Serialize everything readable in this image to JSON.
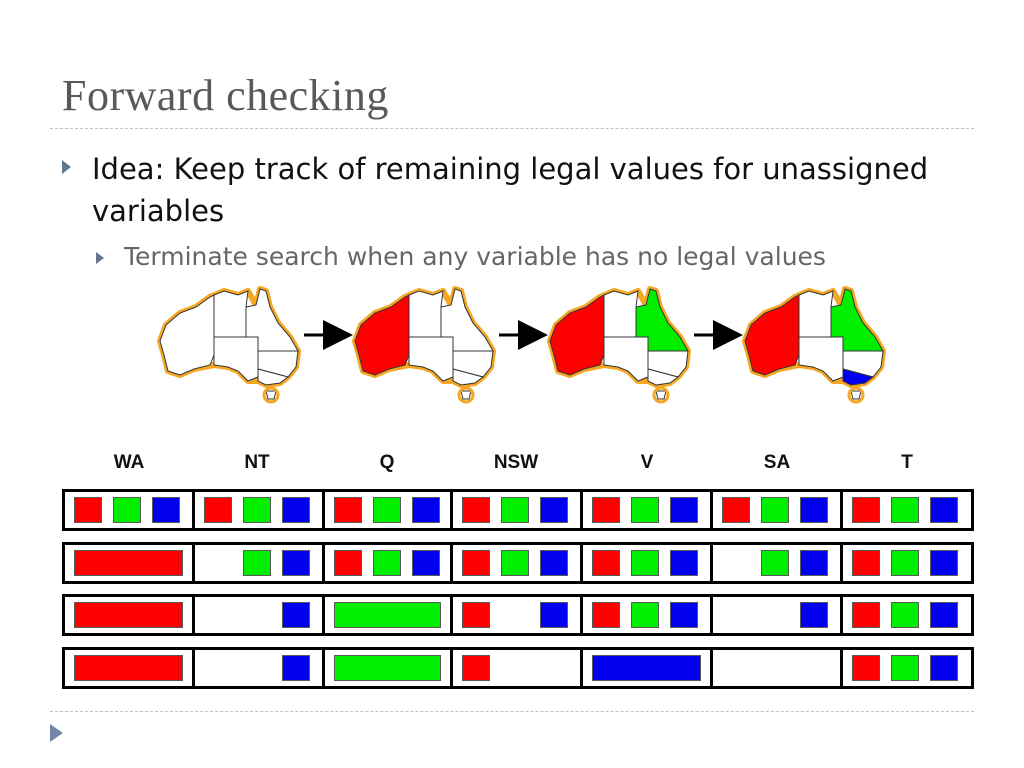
{
  "slide": {
    "title": "Forward checking",
    "bullet_1": "Idea: Keep track of remaining legal values for unassigned variables",
    "bullet_2": "Terminate search when any variable has no legal values"
  },
  "colors": {
    "red": "#ff0000",
    "green": "#00ee00",
    "blue": "#0000ee",
    "map_outline": "#f5a623"
  },
  "maps": [
    {
      "WA": null,
      "NT": null,
      "SA": null,
      "Q": null,
      "NSW": null,
      "V": null,
      "T": null
    },
    {
      "WA": "red",
      "NT": null,
      "SA": null,
      "Q": null,
      "NSW": null,
      "V": null,
      "T": null
    },
    {
      "WA": "red",
      "NT": null,
      "SA": null,
      "Q": "green",
      "NSW": null,
      "V": null,
      "T": null
    },
    {
      "WA": "red",
      "NT": null,
      "SA": null,
      "Q": "green",
      "NSW": null,
      "V": "blue",
      "T": null
    }
  ],
  "table": {
    "headers": [
      "WA",
      "NT",
      "Q",
      "NSW",
      "V",
      "SA",
      "T"
    ],
    "rows": [
      [
        [
          "red",
          "green",
          "blue"
        ],
        [
          "red",
          "green",
          "blue"
        ],
        [
          "red",
          "green",
          "blue"
        ],
        [
          "red",
          "green",
          "blue"
        ],
        [
          "red",
          "green",
          "blue"
        ],
        [
          "red",
          "green",
          "blue"
        ],
        [
          "red",
          "green",
          "blue"
        ]
      ],
      [
        [
          "red"
        ],
        [
          "green",
          "blue"
        ],
        [
          "red",
          "green",
          "blue"
        ],
        [
          "red",
          "green",
          "blue"
        ],
        [
          "red",
          "green",
          "blue"
        ],
        [
          "green",
          "blue"
        ],
        [
          "red",
          "green",
          "blue"
        ]
      ],
      [
        [
          "red"
        ],
        [
          "blue"
        ],
        [
          "green"
        ],
        [
          "red",
          "blue"
        ],
        [
          "red",
          "green",
          "blue"
        ],
        [
          "blue"
        ],
        [
          "red",
          "green",
          "blue"
        ]
      ],
      [
        [
          "red"
        ],
        [
          "blue"
        ],
        [
          "green"
        ],
        [
          "red"
        ],
        [
          "blue"
        ],
        [],
        [
          "red",
          "green",
          "blue"
        ]
      ]
    ],
    "assigned": [
      [],
      [
        "WA"
      ],
      [
        "WA",
        "Q"
      ],
      [
        "WA",
        "Q",
        "V"
      ]
    ]
  }
}
